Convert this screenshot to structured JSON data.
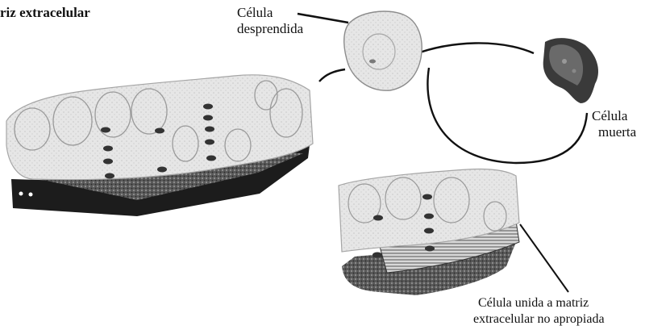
{
  "labels": {
    "matrix_title": "riz extracelular",
    "detached_cell": [
      "Célula",
      "desprendida"
    ],
    "dead_cell": [
      "Célula",
      "muerta"
    ],
    "wrong_matrix_cell": [
      "Célula unida a matriz",
      "extracelular no apropiada"
    ]
  },
  "colors": {
    "cell_fill": "#e4e4e4",
    "cell_outline": "#9a9a9a",
    "nucleus": "#333333",
    "matrix_dark": "#1c1c1c",
    "dead_cell": "#3a3a3a",
    "line": "#111111"
  }
}
